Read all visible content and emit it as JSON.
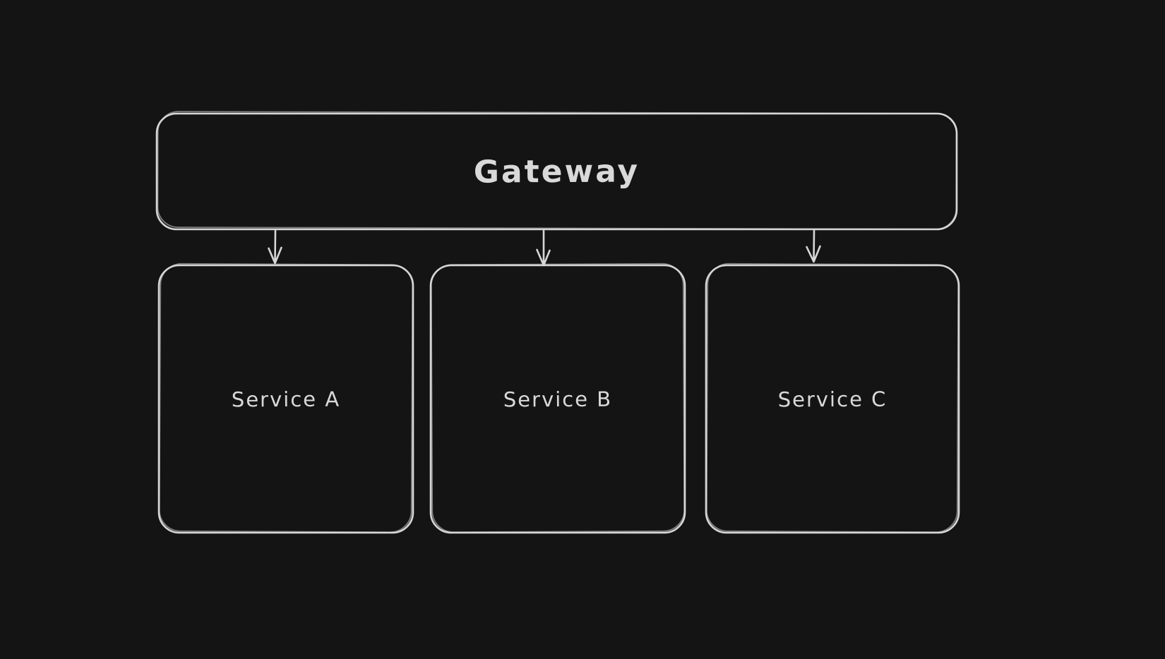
{
  "canvas": {
    "background": "#141414",
    "stroke_color": "#d6d6d6",
    "text_color": "#d9d9d9"
  },
  "nodes": {
    "gateway": {
      "label": "Gateway"
    },
    "services": [
      {
        "label": "Service A"
      },
      {
        "label": "Service B"
      },
      {
        "label": "Service C"
      }
    ]
  },
  "edges": [
    {
      "from": "Gateway",
      "to": "Service A"
    },
    {
      "from": "Gateway",
      "to": "Service B"
    },
    {
      "from": "Gateway",
      "to": "Service C"
    }
  ]
}
